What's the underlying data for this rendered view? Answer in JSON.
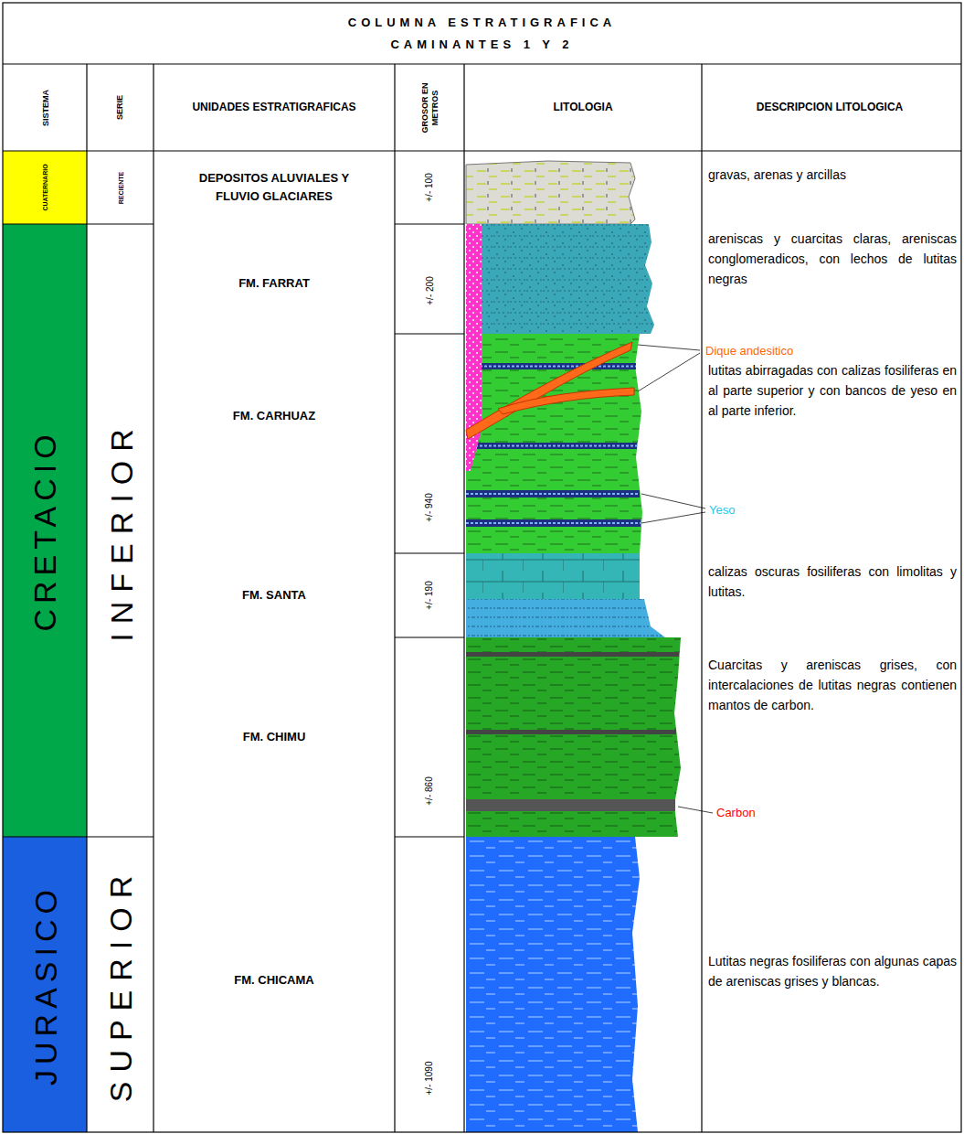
{
  "diagram": {
    "title": "COLUMNA ESTRATIGRAFICA CAMINANTES 1 Y 2",
    "labels": [
      "SISTEMA",
      "SERIE",
      "UNIDADES ESTRATIGRAFICAS",
      "GROSOR EN METROS",
      "LITOLOGIA",
      "DESCRIPCION LITOLOGICA",
      "CUATERNARIO",
      "RECIENTE",
      "DEPOSITOS ALUVIALES Y FLUVIO GLACIARES",
      "+/- 100",
      "gravas, arenas y arcillas",
      "CRETACIO",
      "INFERIOR",
      "FM. FARRAT",
      "+/- 200",
      "areniscas y cuarcitas claras, areniscas conglomeradicos, con lechos de lutitas negras",
      "FM. CARHUAZ",
      "+/- 940",
      "Dique andesitico",
      "lutitas abirragadas con calizas fosiliferas en al parte superior y con bancos de yeso en al parte inferior.",
      "Yeso",
      "FM. SANTA",
      "+/- 190",
      "calizas oscuras fosiliferas con limolitas y lutitas.",
      "FM. CHIMU",
      "+/- 860",
      "Cuarcitas y areniscas grises, con intercalaciones de lutitas negras contienen mantos de carbon.",
      "Carbon",
      "JURASICO",
      "SUPERIOR",
      "FM. CHICAMA",
      "+/- 1090",
      "Lutitas negras fosiliferas con algunas capas de areniscas grises y blancas."
    ]
  }
}
